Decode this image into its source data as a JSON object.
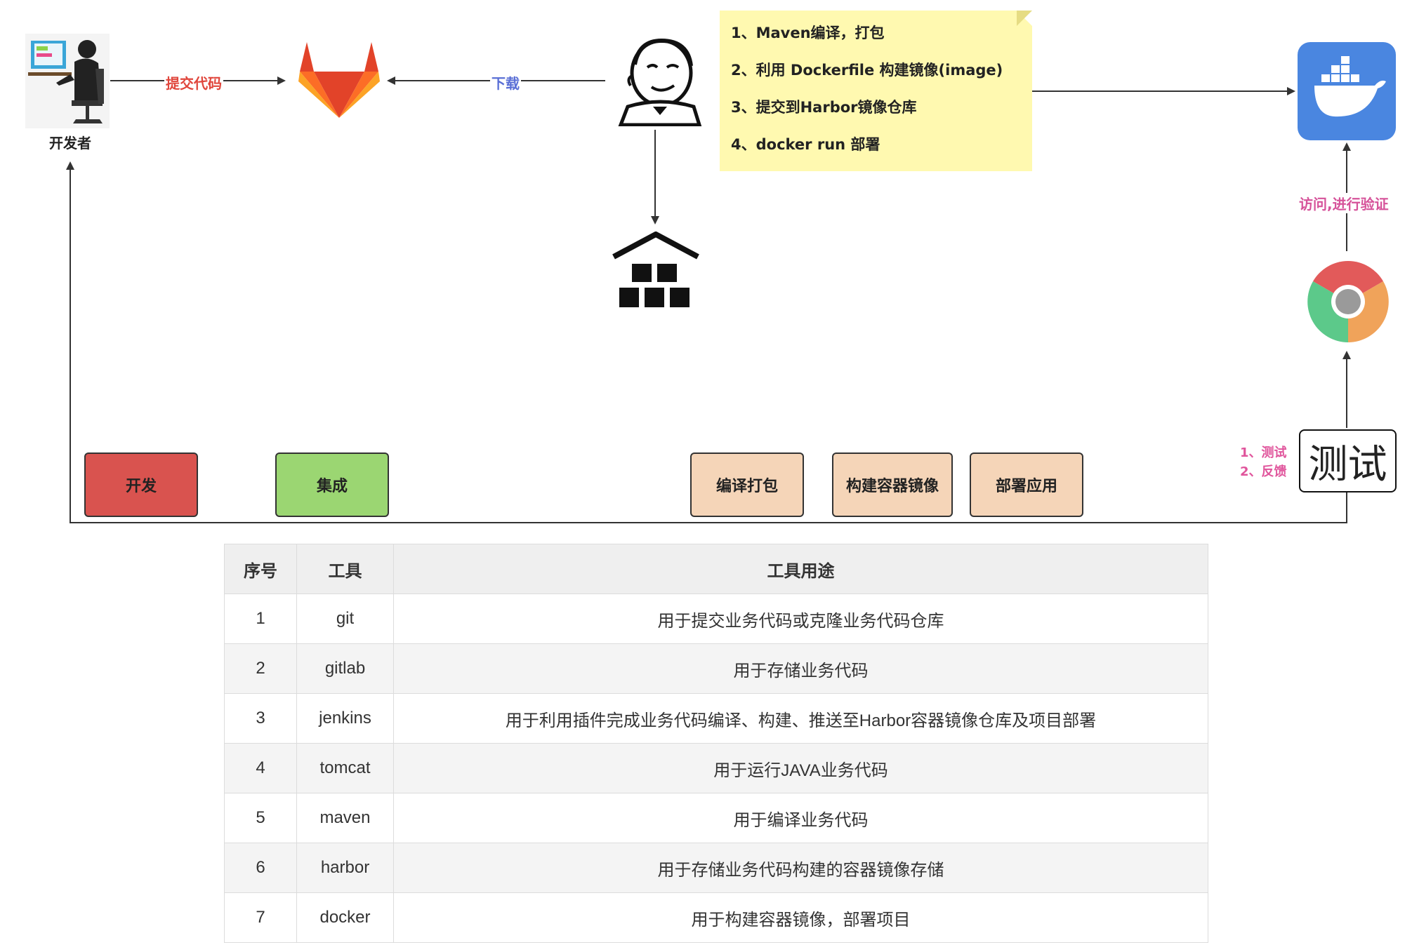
{
  "nodes": {
    "developer_label": "开发者",
    "commit_label": "提交代码",
    "download_label": "下载",
    "verify_label": "访问,进行验证",
    "test_label": "测试",
    "feedback_lines": [
      "1、测试",
      "2、反馈"
    ]
  },
  "jenkins_steps": [
    "1、Maven编译，打包",
    "2、利用 Dockerfile 构建镜像(image)",
    "3、提交到Harbor镜像仓库",
    "4、docker run 部署"
  ],
  "stages": [
    {
      "label": "开发",
      "color": "#d9534f"
    },
    {
      "label": "集成",
      "color": "#9bd672"
    },
    {
      "label": "编译打包",
      "color": "#f5d5b8"
    },
    {
      "label": "构建容器镜像",
      "color": "#f5d5b8"
    },
    {
      "label": "部署应用",
      "color": "#f5d5b8"
    }
  ],
  "colors": {
    "commit_label": "#e0463c",
    "download_label": "#5a6fd6",
    "verify_label": "#d6539a",
    "docker_blue": "#4a86e0"
  },
  "table": {
    "headers": [
      "序号",
      "工具",
      "工具用途"
    ],
    "rows": [
      [
        "1",
        "git",
        "用于提交业务代码或克隆业务代码仓库"
      ],
      [
        "2",
        "gitlab",
        "用于存储业务代码"
      ],
      [
        "3",
        "jenkins",
        "用于利用插件完成业务代码编译、构建、推送至Harbor容器镜像仓库及项目部署"
      ],
      [
        "4",
        "tomcat",
        "用于运行JAVA业务代码"
      ],
      [
        "5",
        "maven",
        "用于编译业务代码"
      ],
      [
        "6",
        "harbor",
        "用于存储业务代码构建的容器镜像存储"
      ],
      [
        "7",
        "docker",
        "用于构建容器镜像，部署项目"
      ]
    ]
  }
}
